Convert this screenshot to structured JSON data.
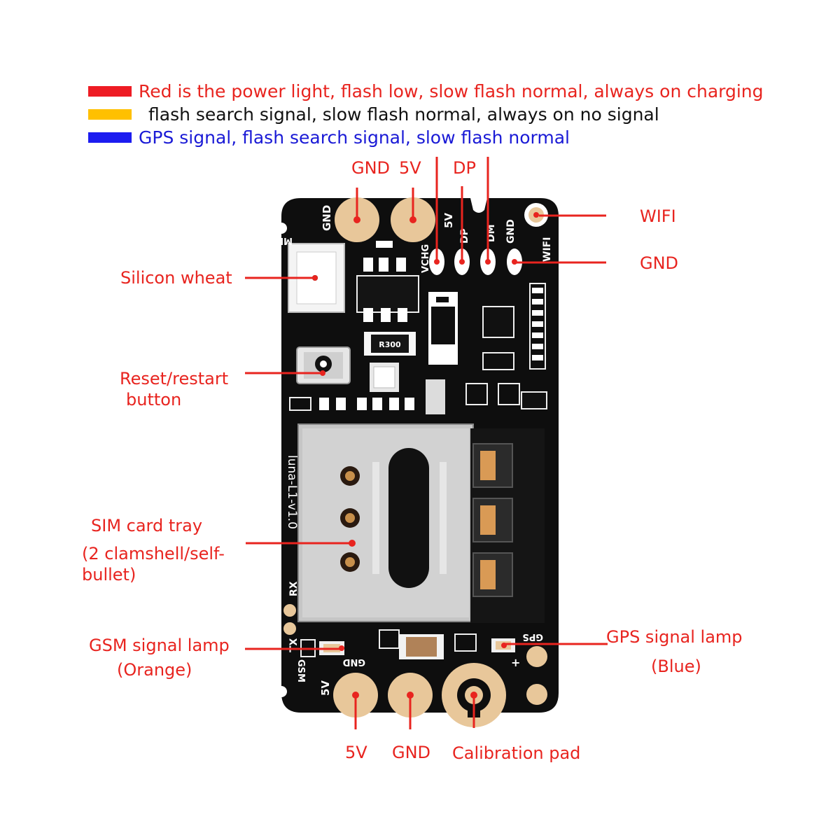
{
  "colors": {
    "label": "#e8241f",
    "red": "#ee1c24",
    "orange": "#ffc000",
    "blue": "#1c1cf0",
    "blue_text": "#1a1ad6",
    "board": "#0e0e0e",
    "gold": "#e8c79a"
  },
  "legend": [
    {
      "color_name": "red",
      "text": "Red is the power light, flash low, slow flash normal, always on charging"
    },
    {
      "color_name": "orange",
      "text": "flash search signal, slow flash normal, always on no signal"
    },
    {
      "color_name": "blue",
      "text": "GPS signal, flash search signal, slow flash normal"
    }
  ],
  "top_labels": {
    "gnd": "GND",
    "v5": "5V",
    "dp": "DP"
  },
  "right_labels": {
    "wifi": "WIFI",
    "gnd": "GND"
  },
  "left_labels": {
    "silicon": "Silicon wheat",
    "reset_line1": "Reset/restart",
    "reset_line2": "button",
    "sim_line1": "SIM card tray",
    "sim_line2": "(2 clamshell/self-",
    "sim_line3": "bullet)",
    "gsm_line1": "GSM signal lamp",
    "gsm_line2": "(Orange)"
  },
  "gps_labels": {
    "line1": "GPS signal lamp",
    "line2": "(Blue)"
  },
  "bottom_labels": {
    "v5": "5V",
    "gnd": "GND",
    "cal": "Calibration pad"
  },
  "silkscreen": {
    "gnd_top": "GND",
    "mic": "MIC",
    "v5_top": "5V",
    "vchg": "VCHG",
    "dp": "DP",
    "dm": "DM",
    "gnd_right": "GND",
    "wifi": "WIFI",
    "board_id": "luna-L1-v1.0",
    "rx": "RX",
    "tx": "TX",
    "gsm": "GSM",
    "gnd_bottom": "GND",
    "gps": "GPS",
    "v5_bottom": "5V",
    "res": "R300",
    "plus": "+"
  }
}
